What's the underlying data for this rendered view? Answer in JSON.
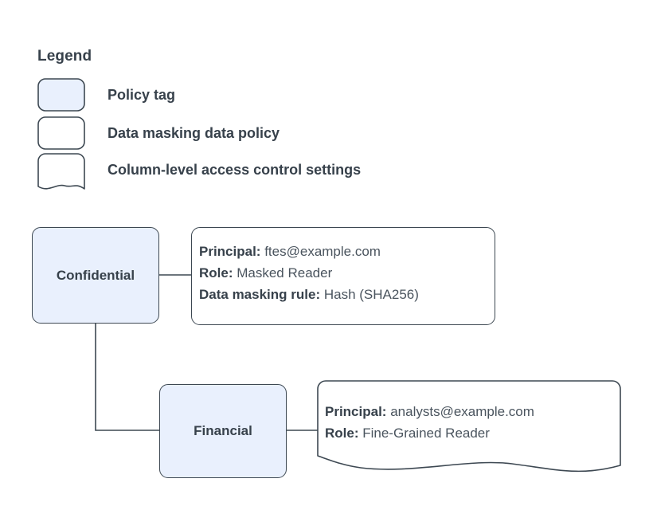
{
  "legend": {
    "title": "Legend",
    "items": [
      {
        "label": "Policy tag",
        "shape": "rounded-rect-filled",
        "swatch_fill": "#e9f0fd"
      },
      {
        "label": "Data masking data policy",
        "shape": "rounded-rect",
        "swatch_fill": "#ffffff"
      },
      {
        "label": "Column-level access control settings",
        "shape": "wavy-document",
        "swatch_fill": "#ffffff"
      }
    ]
  },
  "diagram": {
    "nodes": [
      {
        "id": "confidential",
        "label": "Confidential",
        "fill": "#e9f0fd",
        "stroke": "#3d4852"
      },
      {
        "id": "financial",
        "label": "Financial",
        "fill": "#e9f0fd",
        "stroke": "#3d4852"
      }
    ],
    "boxes": {
      "masking_policy": {
        "shape": "rounded-rect",
        "lines": [
          {
            "key": "Principal:",
            "value": "ftes@example.com"
          },
          {
            "key": "Role:",
            "value": "Masked Reader"
          },
          {
            "key": "Data masking rule:",
            "value": "Hash (SHA256)"
          }
        ]
      },
      "access_control": {
        "shape": "wavy-document",
        "lines": [
          {
            "key": "Principal:",
            "value": "analysts@example.com"
          },
          {
            "key": "Role:",
            "value": "Fine-Grained Reader"
          }
        ]
      }
    },
    "connectors": [
      {
        "from": "confidential",
        "to": "masking_policy",
        "style": "straight"
      },
      {
        "from": "confidential",
        "to": "financial",
        "style": "elbow"
      },
      {
        "from": "financial",
        "to": "access_control",
        "style": "straight"
      }
    ]
  },
  "colors": {
    "node_fill": "#e9f0fd",
    "stroke": "#3d4852",
    "text": "#37414b",
    "value_text": "#4a545e",
    "background": "#ffffff"
  }
}
